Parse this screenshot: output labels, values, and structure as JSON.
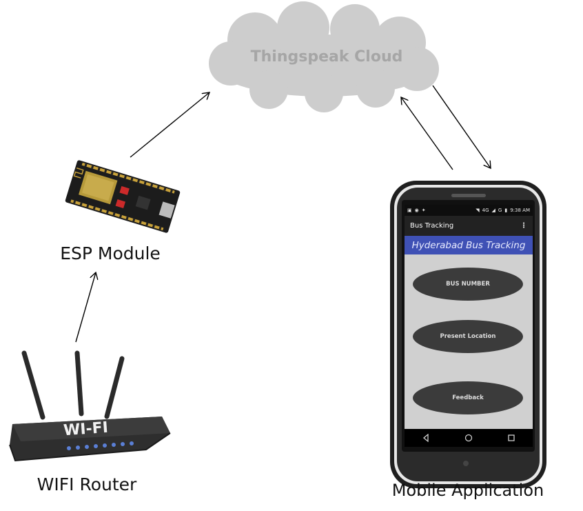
{
  "nodes": {
    "cloud": {
      "label": "Thingspeak Cloud"
    },
    "esp": {
      "label": "ESP Module"
    },
    "router": {
      "label": "WIFI Router",
      "brand_text": "WI-FI"
    },
    "mobile": {
      "label": "Mobile Application"
    }
  },
  "phone": {
    "status_time": "9:38 AM",
    "status_network": "4G",
    "status_network2": "G",
    "app_title": "Bus Tracking",
    "banner": "Hyderabad Bus Tracking",
    "buttons": [
      "BUS NUMBER",
      "Present Location",
      "Feedback"
    ],
    "banner_color": "#3f51b5",
    "icons": [
      "overflow-menu-icon",
      "back-icon",
      "home-icon",
      "recents-icon",
      "wifi-icon",
      "signal-icon",
      "battery-icon"
    ]
  },
  "colors": {
    "cloud_fill": "#cdcdcd",
    "cloud_text": "#a6a6a6",
    "arrow": "#000000"
  }
}
